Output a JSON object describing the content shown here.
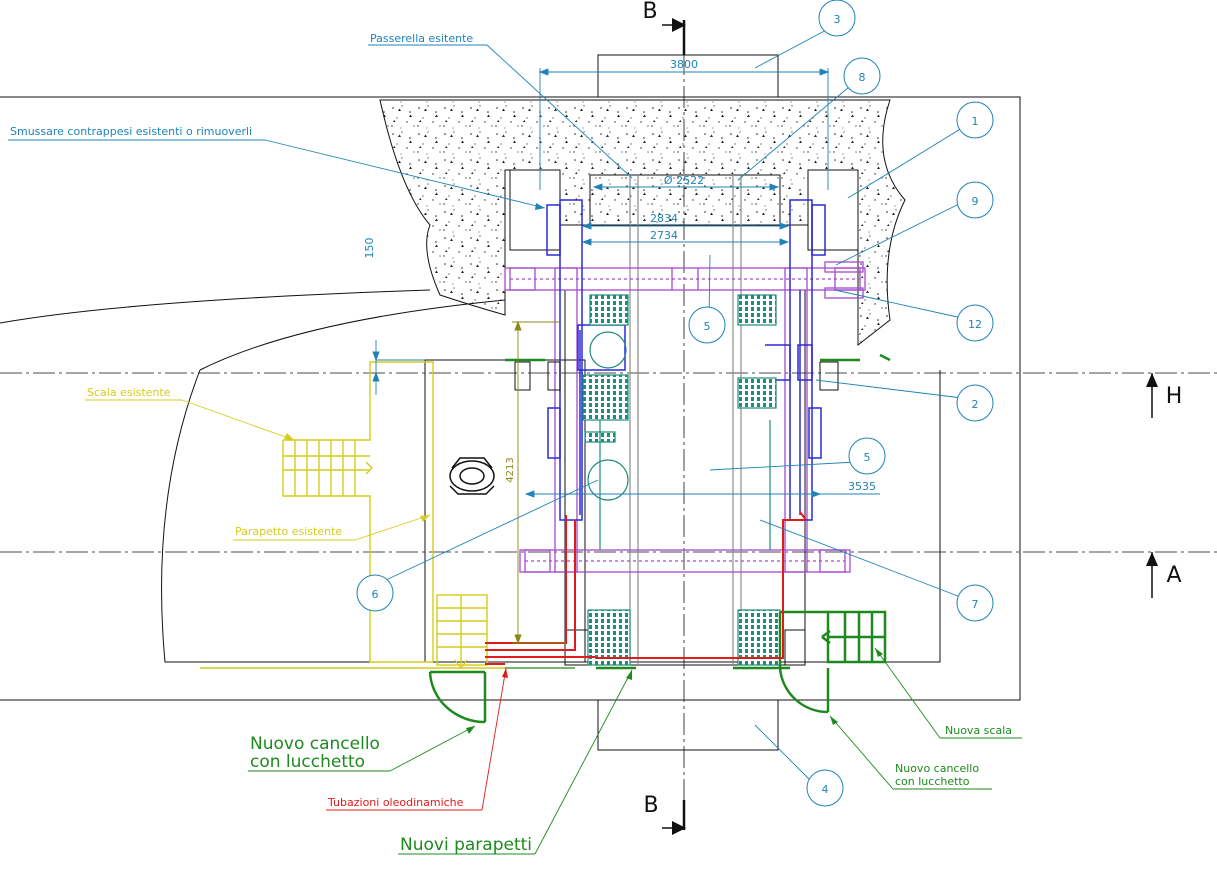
{
  "colors": {
    "outline": "#111111",
    "blue": "#1f83b8",
    "yellow": "#d6cc1a",
    "green": "#1e8a1e",
    "red": "#e01b1b",
    "purple": "#a64ccf",
    "deepblue": "#2a2ad8",
    "teal": "#1d8c7c",
    "olive": "#8a8a16"
  },
  "section_marks": {
    "top": "B",
    "bottom": "B",
    "right_upper": "H",
    "right_lower": "A"
  },
  "callouts": [
    "1",
    "2",
    "3",
    "4",
    "5",
    "5",
    "6",
    "7",
    "8",
    "9",
    "12"
  ],
  "dimensions": {
    "width_total": "3800",
    "diameter": "Ø 2522",
    "inner_a": "2834",
    "inner_b": "2734",
    "gap": "150",
    "height": "4213",
    "width_right": "3535"
  },
  "labels": {
    "passerella": "Passerella esitente",
    "smussare": "Smussare contrappesi esistenti o rimuoverli",
    "scala_esistente": "Scala esistente",
    "parapetto_esistente": "Parapetto esistente",
    "cancello_left_1": "Nuovo cancello",
    "cancello_left_2": "con lucchetto",
    "tubazioni": "Tubazioni oleodinamiche",
    "parapetti": "Nuovi parapetti",
    "nuova_scala": "Nuova scala",
    "cancello_right_1": "Nuovo cancello",
    "cancello_right_2": "con lucchetto"
  }
}
